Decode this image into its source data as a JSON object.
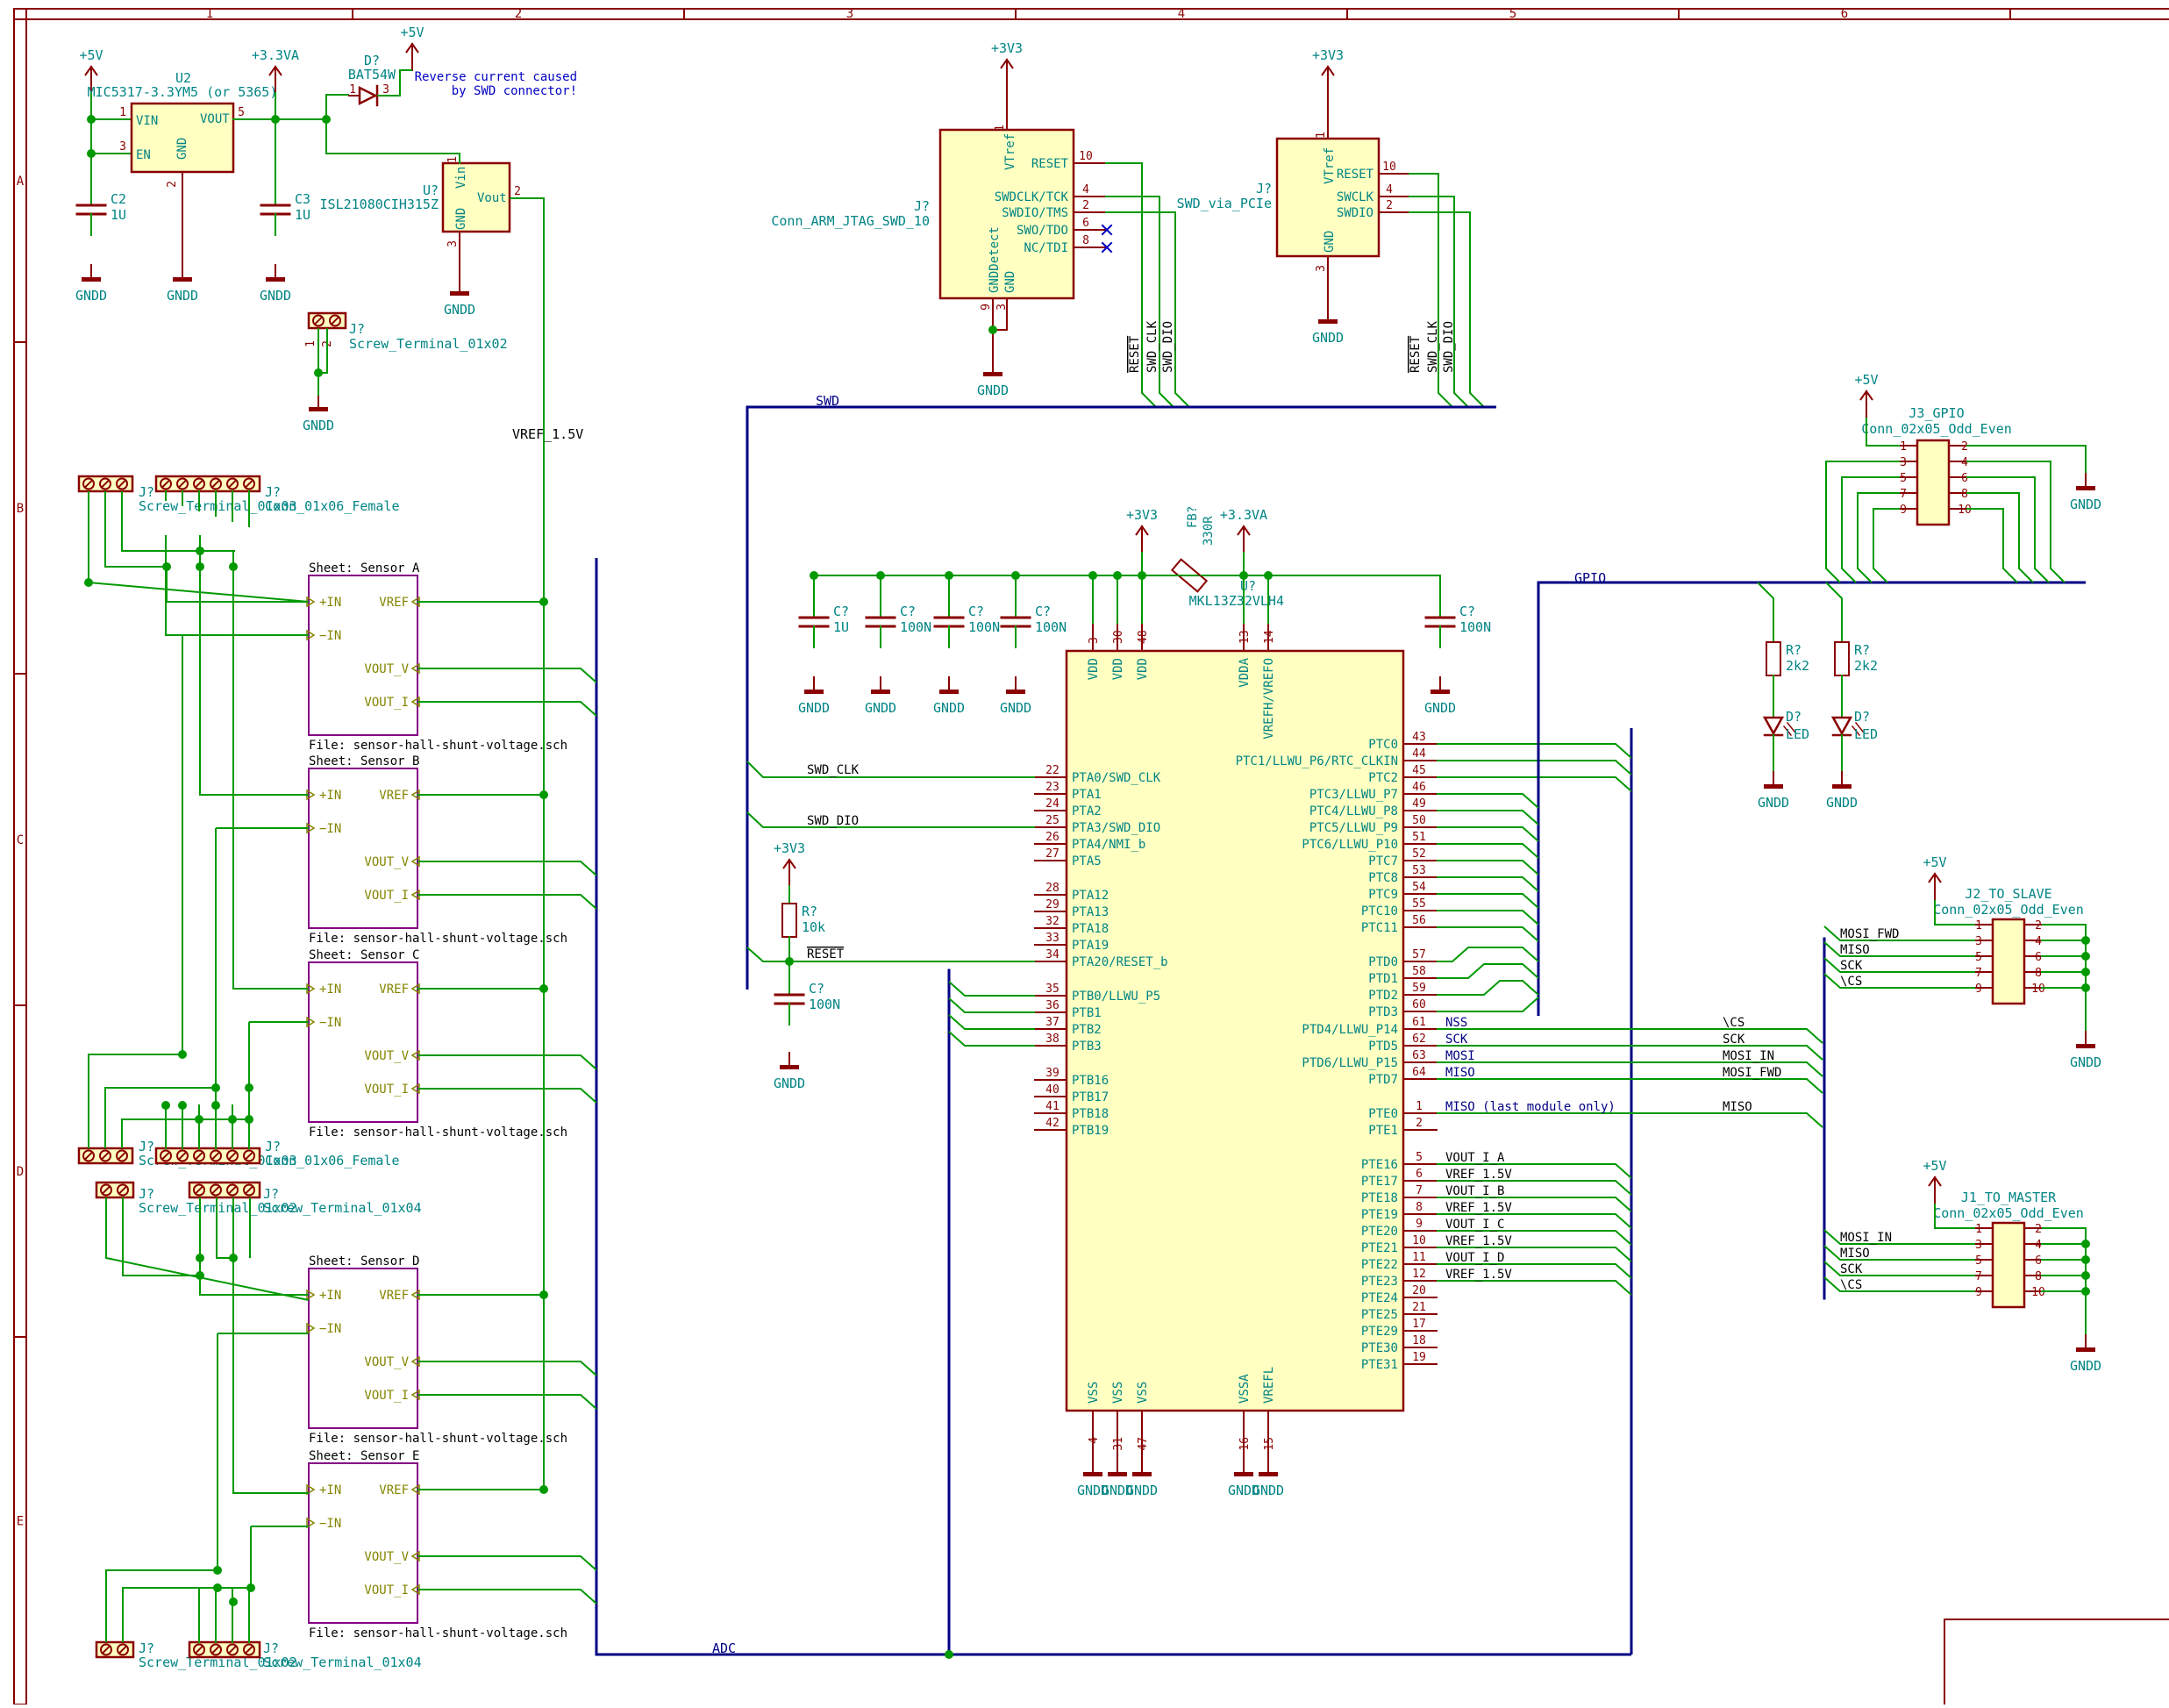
{
  "colors": {
    "frame": "#8a0000",
    "wire": "#009900",
    "label": "#008484",
    "pin": "#8a0000",
    "body": "#ffffc2",
    "sheet": "#840084",
    "sheetpin": "#848400",
    "bus": "#000084",
    "note": "#0000c2",
    "text": "#000000"
  },
  "frame": {
    "cols": [
      "1",
      "2",
      "3",
      "4",
      "5",
      "6"
    ],
    "rows": [
      "A",
      "B",
      "C",
      "D",
      "E"
    ]
  },
  "power": {
    "u2": {
      "ref": "U2",
      "value": "MIC5317-3.3YM5 (or 5365)",
      "pins": {
        "vin": "VIN",
        "en": "EN",
        "gnd": "GND",
        "vout": "VOUT"
      },
      "nums": {
        "vin": "1",
        "en": "3",
        "gnd": "2",
        "vout": "5"
      }
    },
    "p5v_1": "+5V",
    "p33va_1": "+3.3VA",
    "p5v_2": "+5V",
    "c2": {
      "ref": "C2",
      "value": "1U"
    },
    "c3": {
      "ref": "C3",
      "value": "1U"
    },
    "d_bat": {
      "ref": "D?",
      "value": "BAT54W",
      "pin1": "1",
      "pin3": "3"
    },
    "note": [
      "Reverse current caused",
      "by SWD connector!"
    ],
    "vref_ic": {
      "ref": "U?",
      "value": "ISL21080CIH315Z",
      "pins": {
        "vin": "Vin",
        "gnd": "GND",
        "vout": "Vout"
      },
      "nums": {
        "vin": "1",
        "gnd": "3",
        "vout": "2"
      }
    },
    "gnd": "GNDD",
    "vref_label": "VREF_1.5V",
    "screw2": {
      "ref": "J?",
      "value": "Screw_Terminal_01x02",
      "p1": "1",
      "p2": "2"
    }
  },
  "swd": {
    "p3v3_a": "+3V3",
    "p3v3_b": "+3V3",
    "conn1": {
      "ref": "J?",
      "value": "Conn_ARM_JTAG_SWD_10",
      "pins": [
        "VTref",
        "RESET",
        "SWDCLK/TCK",
        "SWDIO/TMS",
        "SWO/TDO",
        "NC/TDI",
        "GNDDetect",
        "GND"
      ],
      "nums": [
        "1",
        "10",
        "4",
        "2",
        "6",
        "8",
        "9",
        "3"
      ]
    },
    "conn2": {
      "ref": "J?",
      "value": "SWD_via_PCIe",
      "pins": [
        "VTref",
        "RESET",
        "SWCLK",
        "SWDIO",
        "GND"
      ],
      "nums": [
        "1",
        "10",
        "4",
        "2",
        "3"
      ]
    },
    "nets": [
      "RESET",
      "SWD_CLK",
      "SWD_DIO"
    ],
    "bus_label": "SWD"
  },
  "mcu": {
    "ref": "U?",
    "value": "MKL13Z32VLH4",
    "p3v3": "+3V3",
    "p33va": "+3.3VA",
    "fb": {
      "ref": "FB?",
      "value": "330R"
    },
    "caps": [
      {
        "ref": "C?",
        "value": "1U"
      },
      {
        "ref": "C?",
        "value": "100N"
      },
      {
        "ref": "C?",
        "value": "100N"
      },
      {
        "ref": "C?",
        "value": "100N"
      },
      {
        "ref": "C?",
        "value": "100N"
      }
    ],
    "top_pins": [
      {
        "name": "VDD",
        "num": "3"
      },
      {
        "name": "VDD",
        "num": "30"
      },
      {
        "name": "VDD",
        "num": "48"
      },
      {
        "name": "VDDA",
        "num": "13"
      },
      {
        "name": "VREFH/VREFO",
        "num": "14"
      }
    ],
    "bottom_pins": [
      {
        "name": "VSS",
        "num": "4"
      },
      {
        "name": "VSS",
        "num": "31"
      },
      {
        "name": "VSS",
        "num": "47"
      },
      {
        "name": "VSSA",
        "num": "16"
      },
      {
        "name": "VREFL",
        "num": "15"
      }
    ],
    "left_pins": [
      {
        "name": "PTA0/SWD_CLK",
        "num": "22"
      },
      {
        "name": "PTA1",
        "num": "23"
      },
      {
        "name": "PTA2",
        "num": "24"
      },
      {
        "name": "PTA3/SWD_DIO",
        "num": "25"
      },
      {
        "name": "PTA4/NMI_b",
        "num": "26"
      },
      {
        "name": "PTA5",
        "num": "27"
      },
      {
        "name": "PTA12",
        "num": "28"
      },
      {
        "name": "PTA13",
        "num": "29"
      },
      {
        "name": "PTA18",
        "num": "32"
      },
      {
        "name": "PTA19",
        "num": "33"
      },
      {
        "name": "PTA20/RESET_b",
        "num": "34"
      },
      {
        "name": "PTB0/LLWU_P5",
        "num": "35"
      },
      {
        "name": "PTB1",
        "num": "36"
      },
      {
        "name": "PTB2",
        "num": "37"
      },
      {
        "name": "PTB3",
        "num": "38"
      },
      {
        "name": "PTB16",
        "num": "39"
      },
      {
        "name": "PTB17",
        "num": "40"
      },
      {
        "name": "PTB18",
        "num": "41"
      },
      {
        "name": "PTB19",
        "num": "42"
      }
    ],
    "right_pins": [
      {
        "name": "PTC0",
        "num": "43"
      },
      {
        "name": "PTC1/LLWU_P6/RTC_CLKIN",
        "num": "44"
      },
      {
        "name": "PTC2",
        "num": "45"
      },
      {
        "name": "PTC3/LLWU_P7",
        "num": "46"
      },
      {
        "name": "PTC4/LLWU_P8",
        "num": "49"
      },
      {
        "name": "PTC5/LLWU_P9",
        "num": "50"
      },
      {
        "name": "PTC6/LLWU_P10",
        "num": "51"
      },
      {
        "name": "PTC7",
        "num": "52"
      },
      {
        "name": "PTC8",
        "num": "53"
      },
      {
        "name": "PTC9",
        "num": "54"
      },
      {
        "name": "PTC10",
        "num": "55"
      },
      {
        "name": "PTC11",
        "num": "56"
      },
      {
        "name": "PTD0",
        "num": "57"
      },
      {
        "name": "PTD1",
        "num": "58"
      },
      {
        "name": "PTD2",
        "num": "59"
      },
      {
        "name": "PTD3",
        "num": "60"
      },
      {
        "name": "PTD4/LLWU_P14",
        "num": "61"
      },
      {
        "name": "PTD5",
        "num": "62"
      },
      {
        "name": "PTD6/LLWU_P15",
        "num": "63"
      },
      {
        "name": "PTD7",
        "num": "64"
      },
      {
        "name": "PTE0",
        "num": "1"
      },
      {
        "name": "PTE1",
        "num": "2"
      },
      {
        "name": "PTE16",
        "num": "5"
      },
      {
        "name": "PTE17",
        "num": "6"
      },
      {
        "name": "PTE18",
        "num": "7"
      },
      {
        "name": "PTE19",
        "num": "8"
      },
      {
        "name": "PTE20",
        "num": "9"
      },
      {
        "name": "PTE21",
        "num": "10"
      },
      {
        "name": "PTE22",
        "num": "11"
      },
      {
        "name": "PTE23",
        "num": "12"
      },
      {
        "name": "PTE24",
        "num": "20"
      },
      {
        "name": "PTE25",
        "num": "21"
      },
      {
        "name": "PTE29",
        "num": "17"
      },
      {
        "name": "PTE30",
        "num": "18"
      },
      {
        "name": "PTE31",
        "num": "19"
      }
    ],
    "left_nets": {
      "swd_clk": "SWD_CLK",
      "swd_dio": "SWD_DIO",
      "reset": "RESET"
    },
    "spi_nets": [
      "NSS",
      "SCK",
      "MOSI",
      "MISO",
      "MISO (last module only)"
    ],
    "spi_out": [
      "\\CS",
      "SCK",
      "MOSI_IN",
      "MOSI_FWD",
      "MISO"
    ],
    "adc_nets": [
      "VOUT_I_A",
      "VREF_1.5V",
      "VOUT_I_B",
      "VREF_1.5V",
      "VOUT_I_C",
      "VREF_1.5V",
      "VOUT_I_D",
      "VREF_1.5V"
    ]
  },
  "reset_rc": {
    "p3v3": "+3V3",
    "r": {
      "ref": "R?",
      "value": "10k"
    },
    "c": {
      "ref": "C?",
      "value": "100N"
    }
  },
  "gpio": {
    "p5v": "+5V",
    "conn": {
      "ref": "J3_GPIO",
      "value": "Conn_02x05_Odd_Even"
    },
    "bus_label": "GPIO",
    "leds": [
      {
        "r_ref": "R?",
        "r_val": "2k2",
        "d_ref": "D?",
        "d_val": "LED"
      },
      {
        "r_ref": "R?",
        "r_val": "2k2",
        "d_ref": "D?",
        "d_val": "LED"
      }
    ]
  },
  "headers": {
    "j2": {
      "p5v": "+5V",
      "ref": "J2_TO_SLAVE",
      "value": "Conn_02x05_Odd_Even",
      "nets": [
        "MOSI_FWD",
        "MISO",
        "SCK",
        "\\CS"
      ]
    },
    "j1": {
      "p5v": "+5V",
      "ref": "J1_TO_MASTER",
      "value": "Conn_02x05_Odd_Even",
      "nets": [
        "MOSI_IN",
        "MISO",
        "SCK",
        "\\CS"
      ]
    },
    "odd": [
      "1",
      "3",
      "5",
      "7",
      "9"
    ],
    "even": [
      "2",
      "4",
      "6",
      "8",
      "10"
    ]
  },
  "sensors": {
    "sheets": [
      {
        "title": "Sheet: Sensor A",
        "file": "File: sensor-hall-shunt-voltage.sch"
      },
      {
        "title": "Sheet: Sensor B",
        "file": "File: sensor-hall-shunt-voltage.sch"
      },
      {
        "title": "Sheet: Sensor C",
        "file": "File: sensor-hall-shunt-voltage.sch"
      },
      {
        "title": "Sheet: Sensor D",
        "file": "File: sensor-hall-shunt-voltage.sch"
      },
      {
        "title": "Sheet: Sensor E",
        "file": "File: sensor-hall-shunt-voltage.sch"
      }
    ],
    "pins": {
      "pin_plus": "+IN",
      "pin_minus": "−IN",
      "vref": "VREF",
      "voutv": "VOUT_V",
      "vouti": "VOUT_I"
    },
    "adc_label": "ADC",
    "terminals": [
      {
        "ref": "J?",
        "value": "Screw_Terminal_01x03",
        "n": 3
      },
      {
        "ref": "J?",
        "value": "Conn_01x06_Female",
        "n": 6
      },
      {
        "ref": "J?",
        "value": "Screw_Terminal_01x03",
        "n": 3
      },
      {
        "ref": "J?",
        "value": "Conn_01x06_Female",
        "n": 6
      },
      {
        "ref": "J?",
        "value": "Screw_Terminal_01x02",
        "n": 2
      },
      {
        "ref": "J?",
        "value": "Screw_Terminal_01x04",
        "n": 4
      },
      {
        "ref": "J?",
        "value": "Screw_Terminal_01x02",
        "n": 2
      },
      {
        "ref": "J?",
        "value": "Screw_Terminal_01x04",
        "n": 4
      }
    ]
  }
}
